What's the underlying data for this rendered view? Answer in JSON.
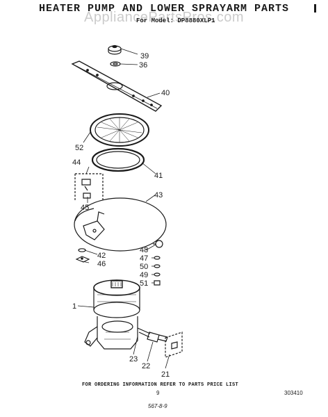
{
  "header": {
    "title": "HEATER PUMP AND LOWER SPRAYARM PARTS",
    "model": "For Model: DP8880XLP1",
    "watermark": "AppliancePartsPros.com"
  },
  "callouts": [
    {
      "id": "39",
      "label": "39"
    },
    {
      "id": "36",
      "label": "36"
    },
    {
      "id": "40",
      "label": "40"
    },
    {
      "id": "52",
      "label": "52"
    },
    {
      "id": "41",
      "label": "41"
    },
    {
      "id": "44",
      "label": "44"
    },
    {
      "id": "45",
      "label": "45"
    },
    {
      "id": "43",
      "label": "43"
    },
    {
      "id": "42",
      "label": "42"
    },
    {
      "id": "46",
      "label": "46"
    },
    {
      "id": "48",
      "label": "48"
    },
    {
      "id": "47",
      "label": "47"
    },
    {
      "id": "50",
      "label": "50"
    },
    {
      "id": "49",
      "label": "49"
    },
    {
      "id": "51",
      "label": "51"
    },
    {
      "id": "1",
      "label": "1"
    },
    {
      "id": "23",
      "label": "23"
    },
    {
      "id": "22",
      "label": "22"
    },
    {
      "id": "21",
      "label": "21"
    }
  ],
  "footer": {
    "ordering_note": "FOR ORDERING INFORMATION REFER TO PARTS PRICE LIST",
    "page_number": "9",
    "document_number": "303410",
    "revision": "567-8-9"
  }
}
